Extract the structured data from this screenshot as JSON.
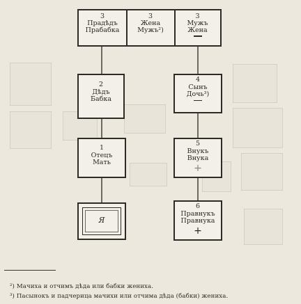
{
  "top_row": {
    "cell1": {
      "num": "3",
      "line1": "Прадѣдъ",
      "line2": "Прабабка"
    },
    "cell2": {
      "num": "3",
      "line1": "Жена",
      "line2": "Мужъ²)"
    },
    "cell3": {
      "num": "3",
      "line1": "Мужъ",
      "line2": "Жена",
      "mark": "—"
    }
  },
  "grandparent": {
    "num": "2",
    "line1": "Дѣдъ",
    "line2": "Бабка"
  },
  "son": {
    "num": "4",
    "line1": "Сынъ",
    "line2": "Дочь³)",
    "mark": "—"
  },
  "parent": {
    "num": "1",
    "line1": "Отецъ",
    "line2": "Мать"
  },
  "grandchild": {
    "num": "5",
    "line1": "Внукъ",
    "line2": "Внука",
    "mark": "+"
  },
  "self": {
    "label": "Я"
  },
  "great_grandchild": {
    "num": "6",
    "line1": "Правнукъ",
    "line2": "Правнука",
    "mark": "+"
  },
  "footnotes": {
    "note2": "²) Мачиха и отчимъ дѣда или бабки жениха.",
    "note3": "³) Пасынокъ и падчерица мачихи или отчима дѣда (бабки) жениха."
  }
}
